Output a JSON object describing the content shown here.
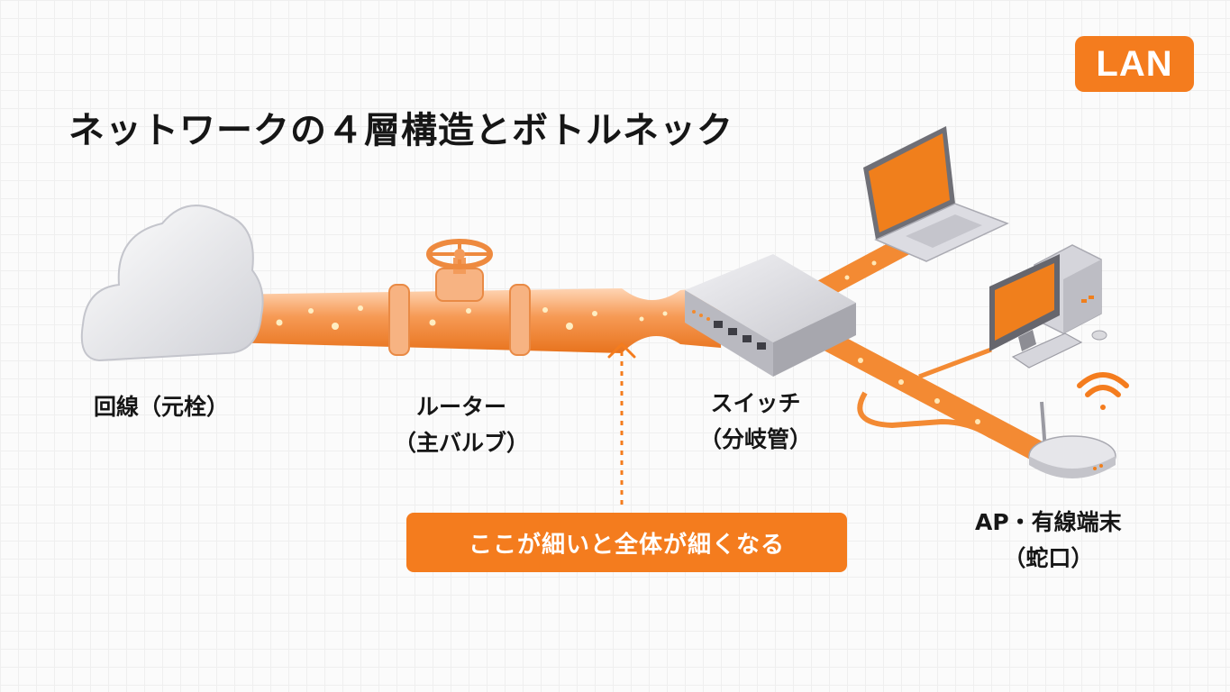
{
  "badge": "LAN",
  "title": "ネットワークの４層構造とボトルネック",
  "labels": {
    "line": "回線（元栓）",
    "router_1": "ルーター",
    "router_2": "（主バルブ）",
    "switch_1": "スイッチ",
    "switch_2": "（分岐管）",
    "endpoint_1": "AP・有線端末",
    "endpoint_2": "（蛇口）"
  },
  "callout": "ここが細いと全体が細くなる",
  "colors": {
    "accent": "#f47c1e",
    "pipe": "#f6a368",
    "screen": "#f07f1c",
    "device": "#d9d9de"
  },
  "icons": [
    "cloud-icon",
    "valve-icon",
    "switch-icon",
    "laptop-icon",
    "desktop-pc-icon",
    "access-point-icon",
    "wifi-icon",
    "arrow-up-icon"
  ]
}
